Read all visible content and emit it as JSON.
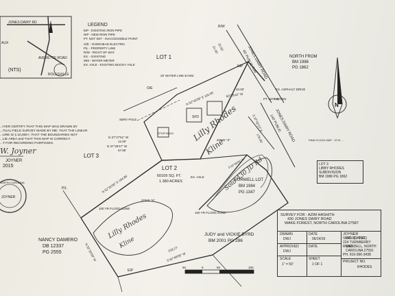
{
  "legend": {
    "title": "LEGEND",
    "items": [
      "EIP - EXISTING IRON PIPE",
      "NIP - NEW IRON PIPE",
      "PT. NOT SET - INACCESSIBLE POINT",
      "O/E - OVERHEAD ELECTRIC",
      "P/L - PROPERTY LINE",
      "R/W - RIGHT OF WAY",
      "EX. - EXISTING",
      "WM - WATER METER",
      "EX. AXLE - EXISTING BUGGY AXLE"
    ]
  },
  "vicinity": {
    "road_top": "JONES DAIRY RD",
    "road_mid": "AVERETTE ROAD",
    "town": "ROLESVILLE",
    "nts": "(NTS)",
    "aux": "AUX"
  },
  "certification": {
    "line1": "...IYER CERTIFY THAT THIS MAP WAS DRAWN BY",
    "line2": "...TUAL FIELD SURVEY MADE BY ME; THAT THE LINEAR",
    "line3": "...URE IS 1:10,000+; THAT THE BOUNDARIES NOT",
    "line4": "...LIE AREA and THAT THIS MAP IS CORRECT.",
    "line5": "...T FOR RECORDING PURPOSES.",
    "signature": "W. Joyner",
    "name": "JOYNER",
    "year": "2015"
  },
  "labels": {
    "lot1": "LOT 1",
    "lot2": "LOT 2",
    "lot3": "LOT 3",
    "lot2_area1": "60109 SQ. FT.",
    "lot2_area2": "1.380 ACRES",
    "burwell1": "BURWELL LOT",
    "burwell2": "BM 1984",
    "burwell3": "PG 1347",
    "zone_x1": "ZONE \"X\"",
    "zone_x2": "ZONE \"X\"",
    "flood1": "100 YR FLOOD ZONE",
    "flood2": "100 YR FLOOD ZONE",
    "road_a": "JONES DAIRY ROAD",
    "road_a2": "60' PUBLIC R/W",
    "road_b": "JONES DAIRY ROAD",
    "road_b2": "140' PUBLIC",
    "north_from": "NORTH FROM",
    "north_bm": "BM 1986",
    "north_pg": "PG 1862",
    "brg1": "N 37°27'51\" W",
    "brg1b": "12.00'",
    "brg2": "N 37°28'47\" W",
    "brg2b": "57.95'",
    "brg3": "N 52°32'05\" E 194.85'",
    "brg4": "N 52°32'09\" E 116.00'",
    "brg5": "S 62°48'05\" W",
    "brg6": "N 52°32'09\" W",
    "brg7": "S 62°48'05\" W",
    "brg8": "233.27'",
    "front1": "60°28'42\" W",
    "front2": "S 37°02'27\" E",
    "sery_pole": "SERV POLE",
    "stor_bldg": "STOR BLDG",
    "water_line": "25' WATER LINE EASM.",
    "ex_asphalt": "EX. ASPHALT DRIVE",
    "pt_not_set": "PT. NOT SET",
    "ex_axle": "EX. AXLE",
    "fima": "FIMA FLOOD MAP - 3719 ...",
    "sfd": "SFD",
    "oe": "O/E",
    "pl": "P/L",
    "eip": "EIP",
    "rw": "R/W",
    "nip": "NIP",
    "dist1": "40.00'",
    "dist2": "22.00'",
    "dist3": "21.00'",
    "dist4": "176.00'",
    "ex_ten": "EX. TEN"
  },
  "lot3_box": {
    "line1": "LOT 3",
    "line2": "LIBBY RHODES",
    "line3": "SUBDIVISION",
    "line4": "BM 1986 PG 1862"
  },
  "neighbors": {
    "damero_name": "NANCY DAMERO",
    "damero_db": "DB 12337",
    "damero_pg": "PG 2555",
    "byrd_name": "JUDY and VICKIE BYRD",
    "byrd_bm": "BM 2001 PG 286"
  },
  "handwriting": {
    "h1": "Lilly Rhodes",
    "h2": "Kline",
    "h3": "Sold 430 JD Rd",
    "h4": "Lilly Rhodes",
    "h5": "Kline"
  },
  "title_block": {
    "survey_for": "SURVEY FOR : AZIM HASHITH",
    "address": "430 JONES DAIRY ROAD",
    "location": "WAKE FOREST, NORTH CAROLINA 27587",
    "drawn_label": "DRAWN",
    "drawn_value": "DWJ",
    "approved_label": "APPROVED",
    "approved_value": "DWJ",
    "scale_label": "SCALE",
    "scale_value": "1\" = 50'",
    "date_label": "DATE",
    "date_value": "06/14/16",
    "date2_label": "DATE",
    "sheet_label": "SHEET",
    "sheet_value": "1 OF 1",
    "firm": "JOYNER SURVEYING,",
    "firm2": "INC. (C-0727)",
    "firm3": "224 TURNBERRY ROAD",
    "firm4": "WENDELL, NORTH",
    "firm5": "CAROLINA 27591",
    "phone": "PH. 919-366-3438",
    "project_label": "PROJECT NO.",
    "project_value": "RHODES"
  },
  "scale_bar": {
    "t0": "50",
    "t1": "0",
    "t2": "50",
    "t3": "100"
  },
  "seal": {
    "text": "NORTH CAROLINA",
    "name": "JOYNER"
  }
}
